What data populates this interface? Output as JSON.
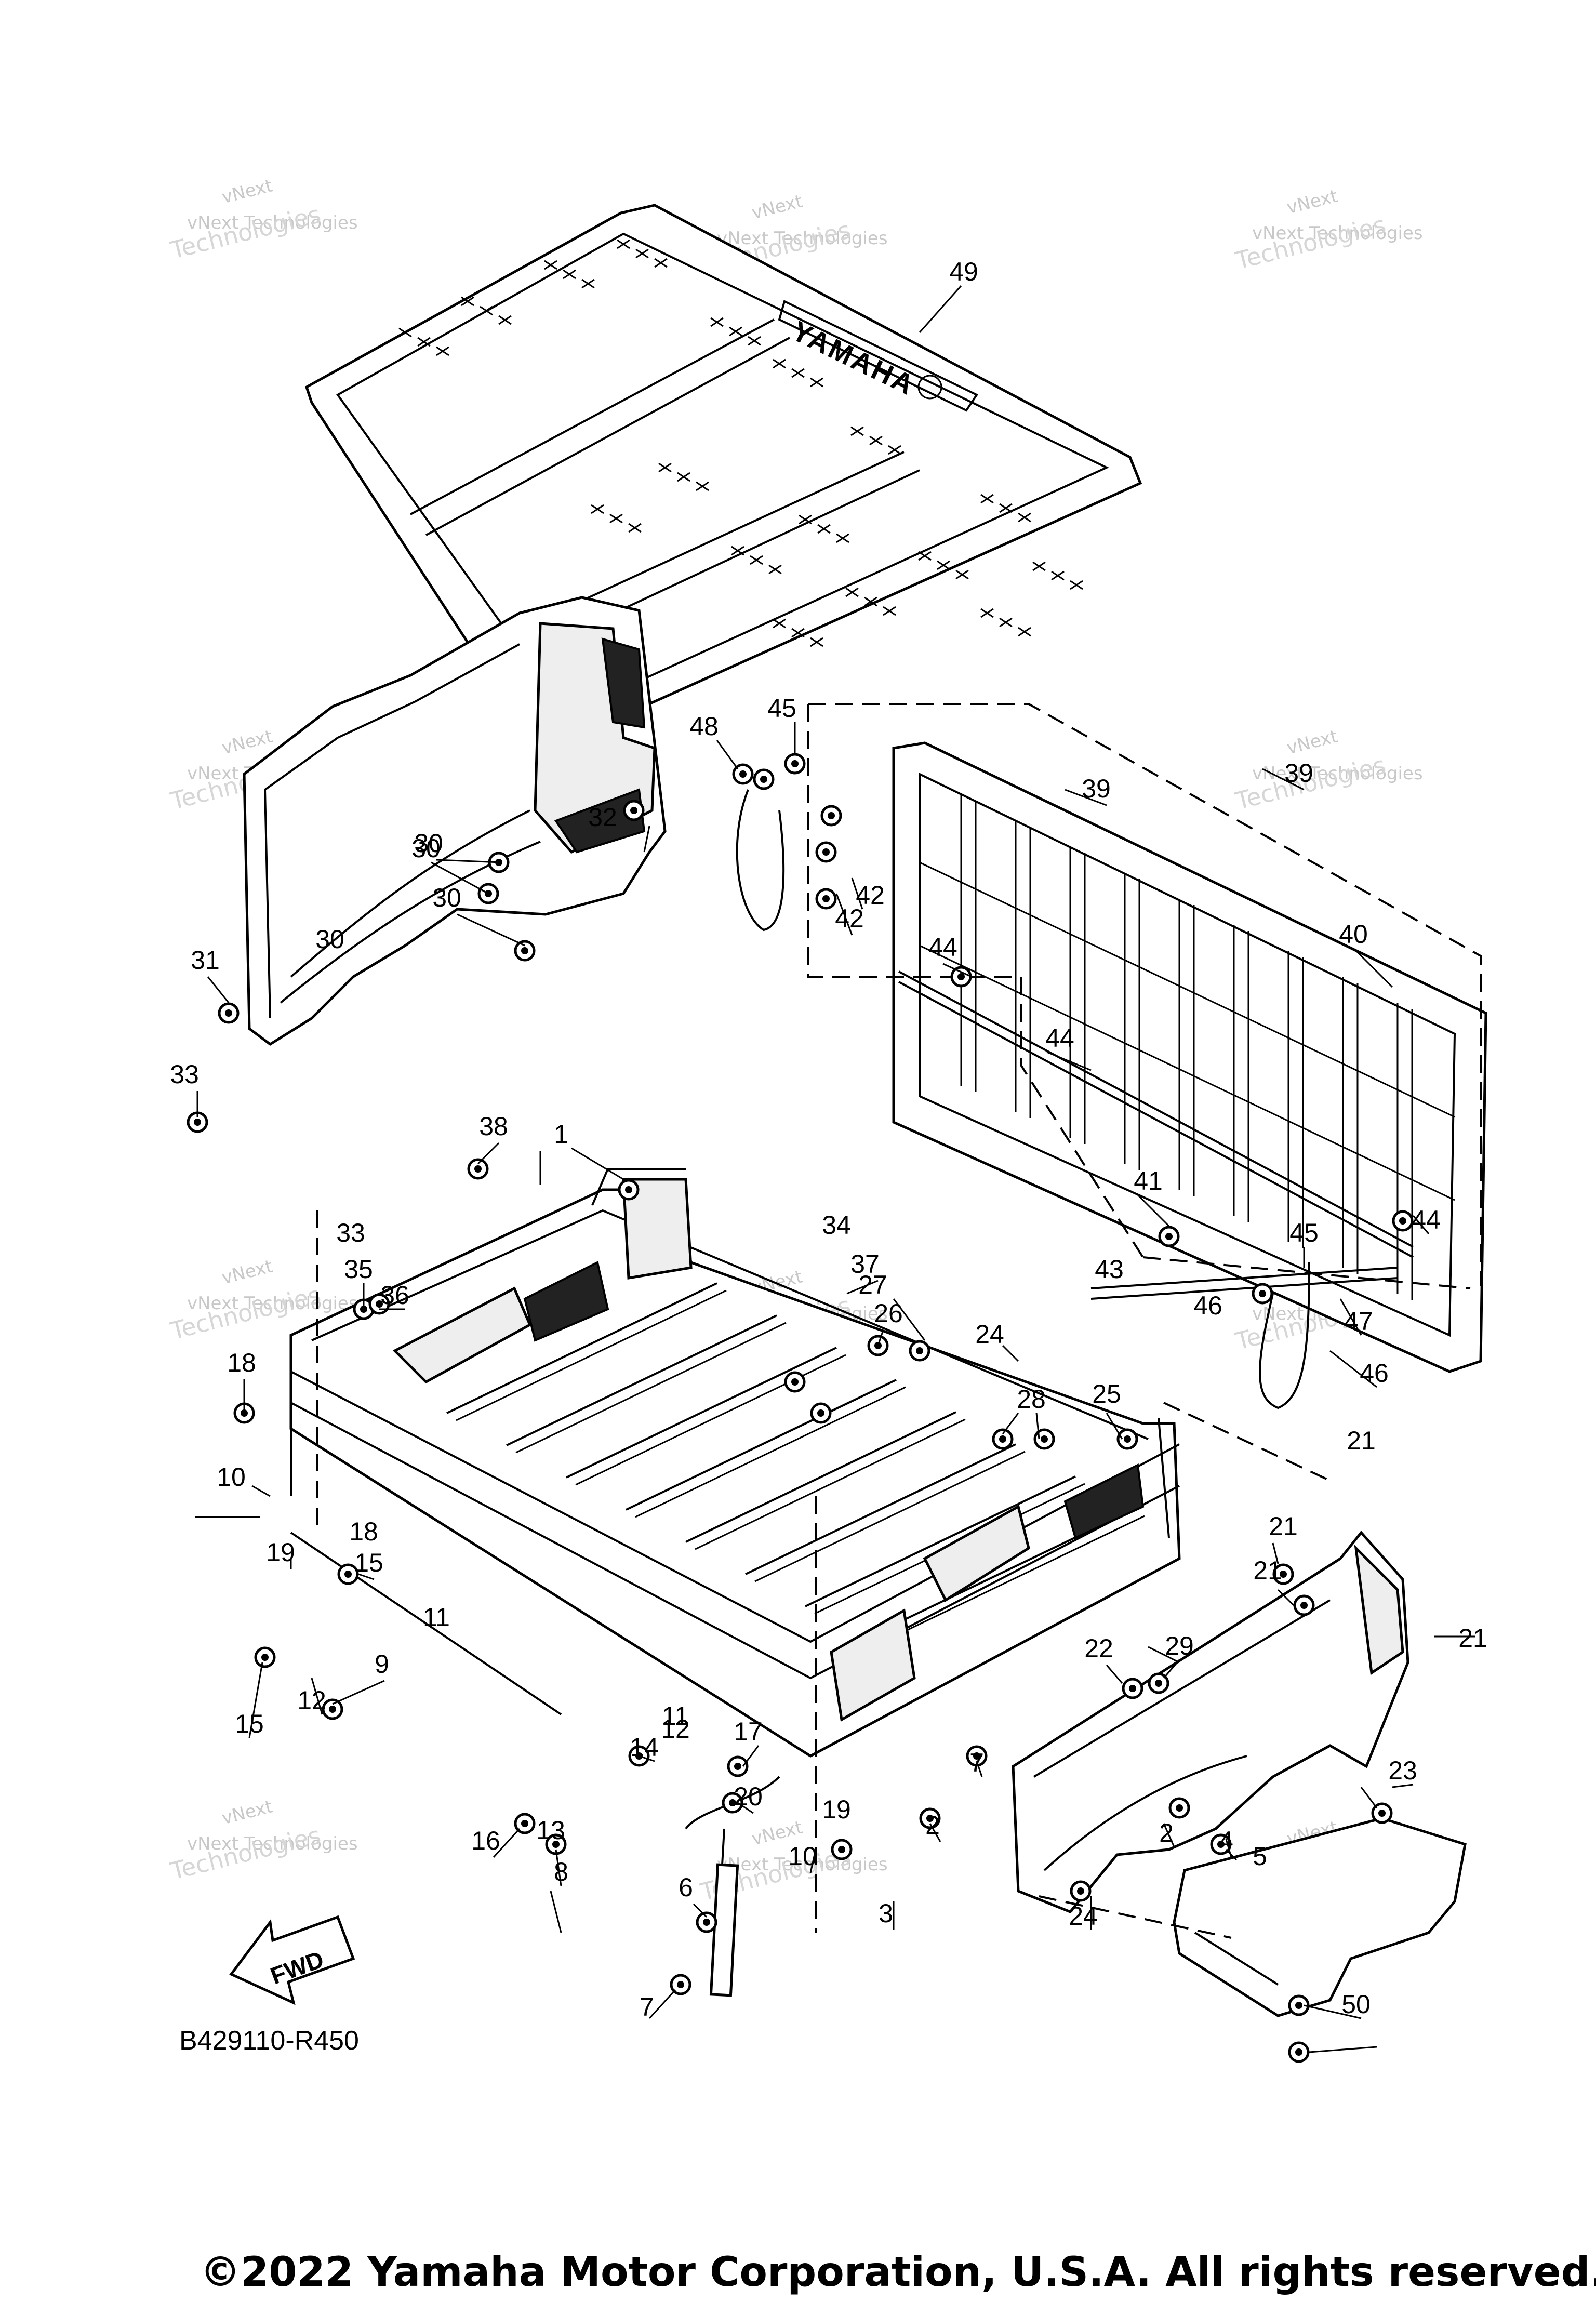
{
  "diagram": {
    "code": "B429110-R450",
    "copyright": "©2022 Yamaha Motor Corporation, U.S.A. All rights reserved.",
    "mat_brand": "YAMAHA",
    "fwd_label": "FWD",
    "watermark": {
      "line1": "vNext Technologies",
      "line2": "Technologies",
      "line3": "vNext"
    },
    "callouts": [
      "1",
      "2",
      "2",
      "3",
      "4",
      "5",
      "6",
      "7",
      "7",
      "8",
      "9",
      "10",
      "10",
      "11",
      "11",
      "12",
      "12",
      "13",
      "14",
      "15",
      "15",
      "16",
      "17",
      "18",
      "18",
      "19",
      "19",
      "20",
      "21",
      "21",
      "21",
      "21",
      "22",
      "23",
      "24",
      "24",
      "25",
      "26",
      "27",
      "28",
      "29",
      "30",
      "30",
      "30",
      "30",
      "31",
      "32",
      "33",
      "33",
      "34",
      "35",
      "36",
      "37",
      "38",
      "39",
      "39",
      "40",
      "41",
      "42",
      "42",
      "43",
      "44",
      "44",
      "44",
      "45",
      "45",
      "46",
      "46",
      "47",
      "48",
      "49",
      "50"
    ]
  }
}
